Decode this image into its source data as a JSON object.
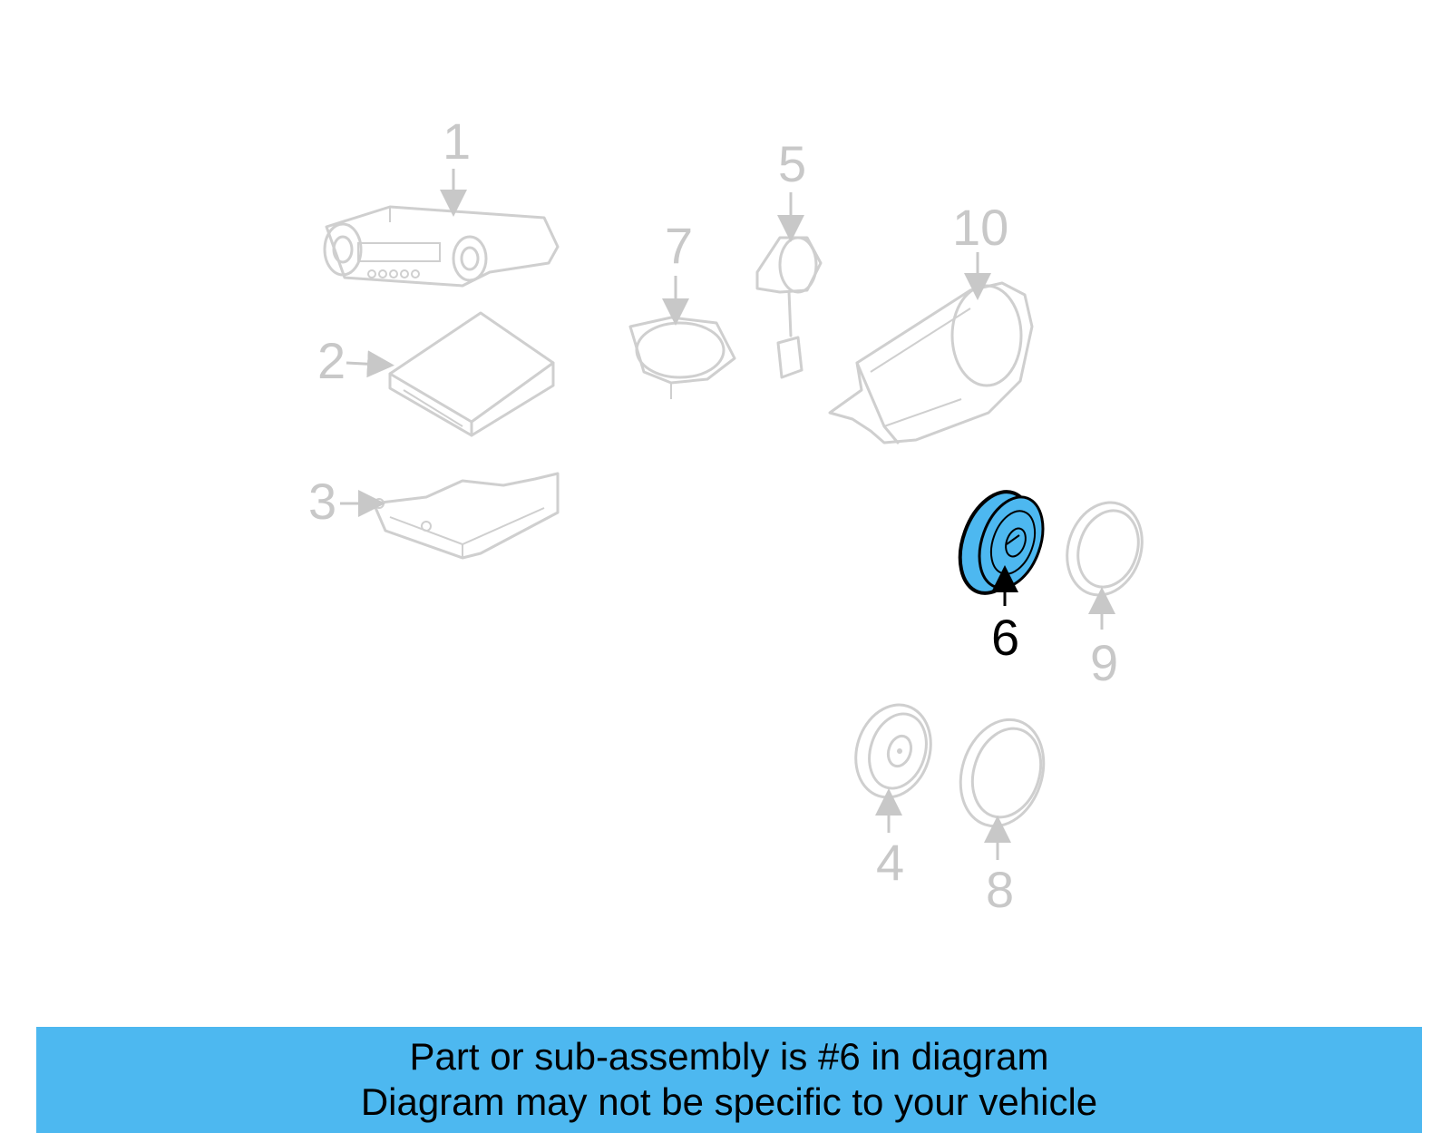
{
  "colors": {
    "banner": "#4db8f0",
    "highlight": "#4db8f0",
    "ghost": "#cfcfcf",
    "active": "#000000"
  },
  "callouts": {
    "c1": "1",
    "c2": "2",
    "c3": "3",
    "c4": "4",
    "c5": "5",
    "c6": "6",
    "c7": "7",
    "c8": "8",
    "c9": "9",
    "c10": "10"
  },
  "banner": {
    "line1": "Part or sub-assembly is #6 in diagram",
    "line2": "Diagram may not be specific to your vehicle"
  }
}
